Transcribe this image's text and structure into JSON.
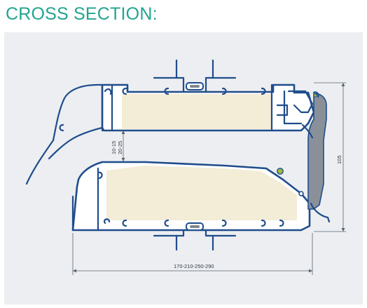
{
  "header": {
    "title": "CROSS SECTION:"
  },
  "dimensions": {
    "gap": "10-15\n20-25",
    "gap_line1": "10-15",
    "gap_line2": "20-25",
    "height": "105",
    "width": "170-210-250-290"
  },
  "colors": {
    "title": "#22a48f",
    "profile_fill": "#ffffff",
    "profile_stroke": "#1f4d8c",
    "insulation": "#f3ecd6",
    "gasket": "#7f8790",
    "seal_green": "#9dbb3a",
    "panel_bg": "#eceef1",
    "dim_line": "#5a6470"
  }
}
